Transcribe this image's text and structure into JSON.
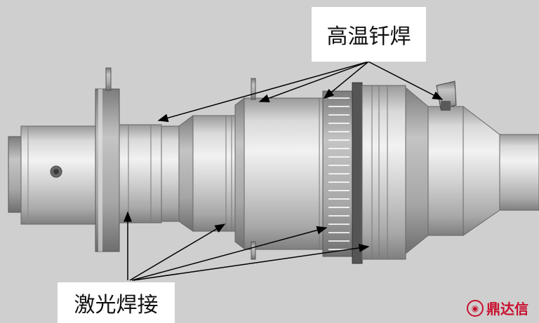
{
  "labels": {
    "high_temp_brazing": "高温钎焊",
    "laser_welding": "激光焊接"
  },
  "watermark": {
    "text": "鼎达信"
  },
  "colors": {
    "background": "#cfcfcf",
    "metal_light": "#e6e6e6",
    "metal_mid": "#b8b8b8",
    "metal_dark": "#7a7a7a",
    "arrow": "#000000",
    "watermark": "#c8102e"
  }
}
